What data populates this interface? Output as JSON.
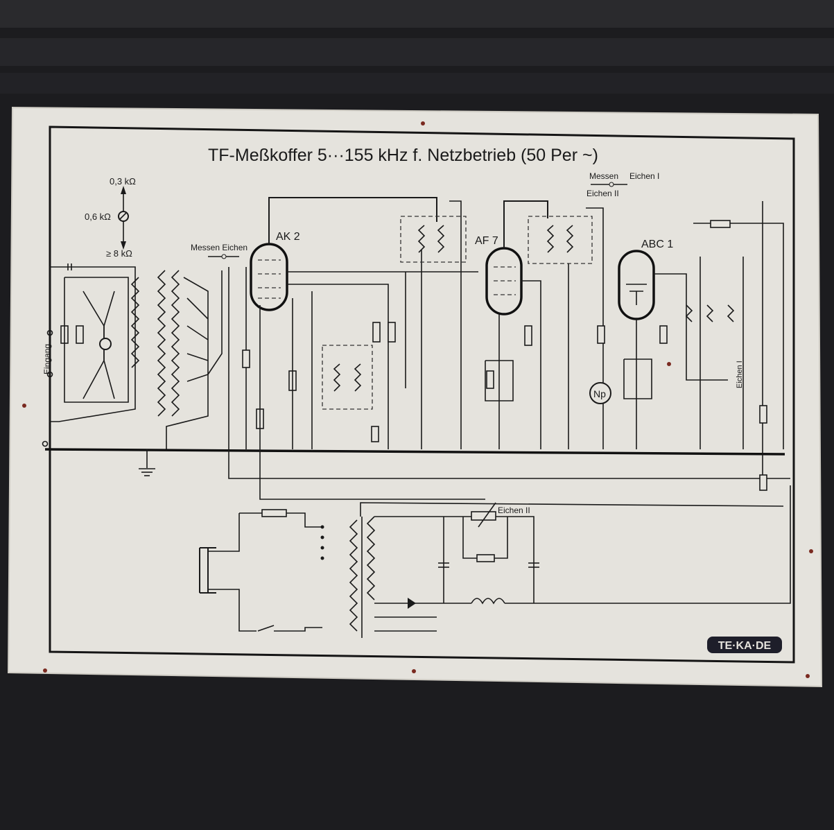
{
  "title": "TF-Meßkoffer 5···155 kHz f. Netzbetrieb (50 Per ~)",
  "impedance": {
    "high": "0,3 kΩ",
    "mid": "0,6 kΩ",
    "low": "≥ 8 kΩ"
  },
  "switch_left": "Messen Eichen",
  "input_label": "Eingang",
  "tubes": {
    "ak2": "AK 2",
    "af7": "AF 7",
    "abc1": "ABC 1"
  },
  "switch_right": {
    "messen": "Messen",
    "eichen1": "Eichen I",
    "eichen2": "Eichen II"
  },
  "neon": "Np",
  "eichen1_vertical": "Eichen I",
  "eichen2_supply": "Eichen II",
  "logo": "TE·KA·DE"
}
